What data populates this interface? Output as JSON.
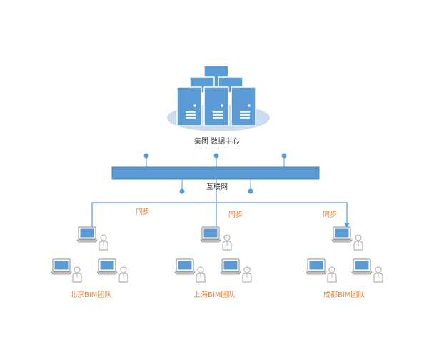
{
  "colors": {
    "node_fill": "#5b9bd5",
    "node_stroke": "#41719c",
    "ellipse_fill": "#c9dcf0",
    "line": "#5b9bd5",
    "label_dark": "#333333",
    "label_orange": "#e8833a",
    "laptop_screen": "#5b9bd5",
    "person_stroke": "#a6a6a6"
  },
  "labels": {
    "data_center": "集团 数据中心",
    "internet": "互联网",
    "sync": "同步",
    "teams": [
      "北京BIM团队",
      "上海BIM团队",
      "成都BIM团队"
    ]
  },
  "icons": {
    "server": "server-icon",
    "laptop": "laptop-icon",
    "user": "user-icon",
    "network_node": "network-node-icon"
  }
}
